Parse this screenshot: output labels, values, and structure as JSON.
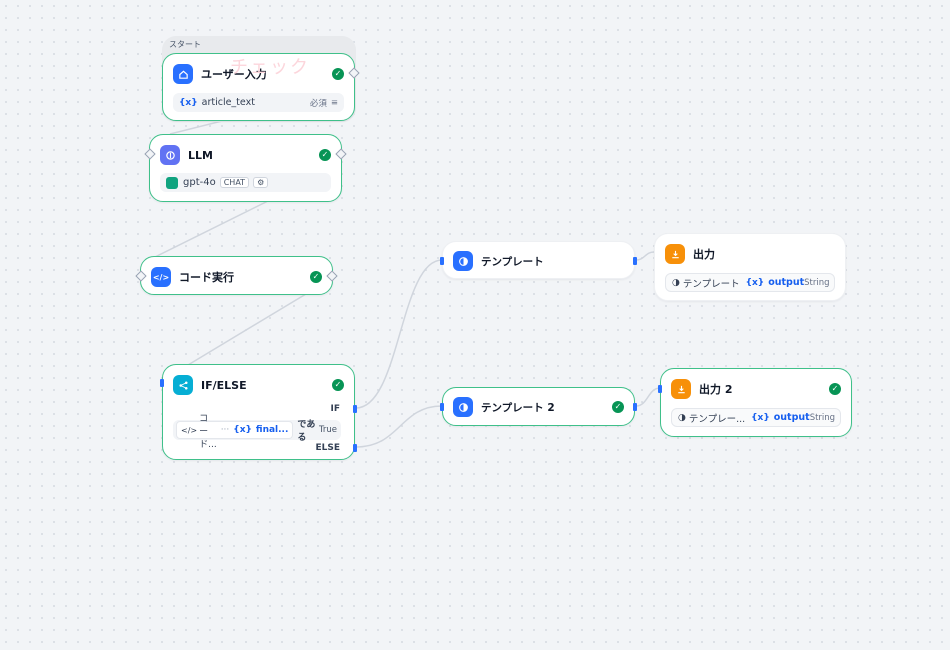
{
  "canvas": {
    "group_label": "スタート",
    "watermark": "チェック"
  },
  "nodes": {
    "user_input": {
      "title": "ユーザー入力",
      "status": "success",
      "var_icon": "{x}",
      "var_name": "article_text",
      "required": "必須",
      "lines_icon": "≡"
    },
    "llm": {
      "title": "LLM",
      "model": "gpt-4o",
      "mode": "CHAT",
      "settings_icon": "⚙"
    },
    "code": {
      "title": "コード実行",
      "icon_text": "</>"
    },
    "ifelse": {
      "title": "IF/ELSE",
      "if_label": "IF",
      "else_label": "ELSE",
      "cond_source_icon": "</>",
      "cond_source": "コード...",
      "cond_dots": "···",
      "cond_var_icon": "{x}",
      "cond_var": "final...",
      "cond_op": "である",
      "cond_value": "True"
    },
    "template1": {
      "title": "テンプレート"
    },
    "template2": {
      "title": "テンプレート 2"
    },
    "output1": {
      "title": "出力",
      "source": "テンプレート",
      "var_icon": "{x}",
      "var_name": "output",
      "var_type": "String"
    },
    "output2": {
      "title": "出力 2",
      "source": "テンプレー...",
      "var_icon": "{x}",
      "var_name": "output",
      "var_type": "String"
    }
  },
  "colors": {
    "border_success": "#3fc08a",
    "check": "#079455",
    "icon_blue": "#2970ff",
    "icon_indigo": "#6172f3",
    "icon_cyan": "#06aed4",
    "icon_orange": "#f79009",
    "edge": "#d0d5dd"
  }
}
